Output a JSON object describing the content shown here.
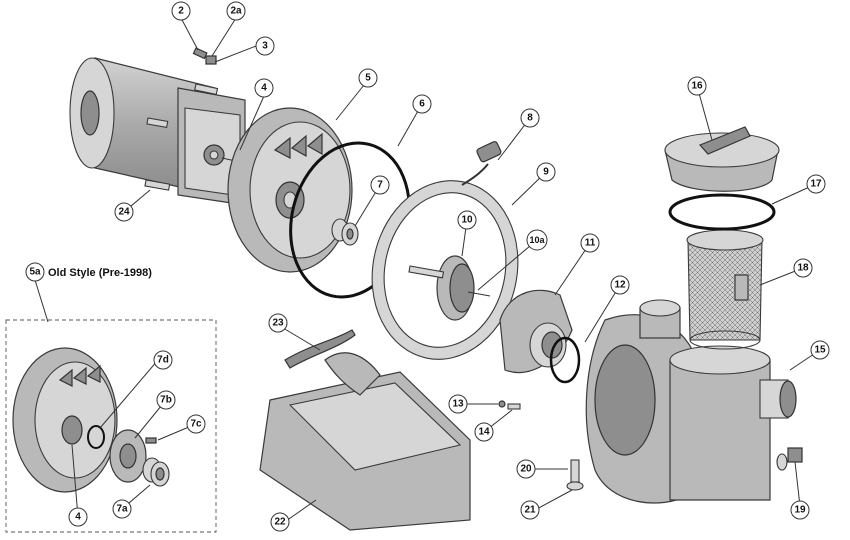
{
  "inset": {
    "title": "Old Style (Pre-1998)"
  },
  "callouts": [
    {
      "id": "2",
      "label": "2"
    },
    {
      "id": "2a",
      "label": "2a"
    },
    {
      "id": "3",
      "label": "3"
    },
    {
      "id": "4",
      "label": "4"
    },
    {
      "id": "5",
      "label": "5"
    },
    {
      "id": "6",
      "label": "6"
    },
    {
      "id": "7",
      "label": "7"
    },
    {
      "id": "8",
      "label": "8"
    },
    {
      "id": "9",
      "label": "9"
    },
    {
      "id": "10",
      "label": "10"
    },
    {
      "id": "10a",
      "label": "10a"
    },
    {
      "id": "11",
      "label": "11"
    },
    {
      "id": "12",
      "label": "12"
    },
    {
      "id": "13",
      "label": "13"
    },
    {
      "id": "14",
      "label": "14"
    },
    {
      "id": "15",
      "label": "15"
    },
    {
      "id": "16",
      "label": "16"
    },
    {
      "id": "17",
      "label": "17"
    },
    {
      "id": "18",
      "label": "18"
    },
    {
      "id": "19",
      "label": "19"
    },
    {
      "id": "20",
      "label": "20"
    },
    {
      "id": "21",
      "label": "21"
    },
    {
      "id": "22",
      "label": "22"
    },
    {
      "id": "23",
      "label": "23"
    },
    {
      "id": "24",
      "label": "24"
    },
    {
      "id": "5a",
      "label": "5a"
    },
    {
      "id": "4b",
      "label": "4"
    },
    {
      "id": "7a",
      "label": "7a"
    },
    {
      "id": "7b",
      "label": "7b"
    },
    {
      "id": "7c",
      "label": "7c"
    },
    {
      "id": "7d",
      "label": "7d"
    }
  ]
}
